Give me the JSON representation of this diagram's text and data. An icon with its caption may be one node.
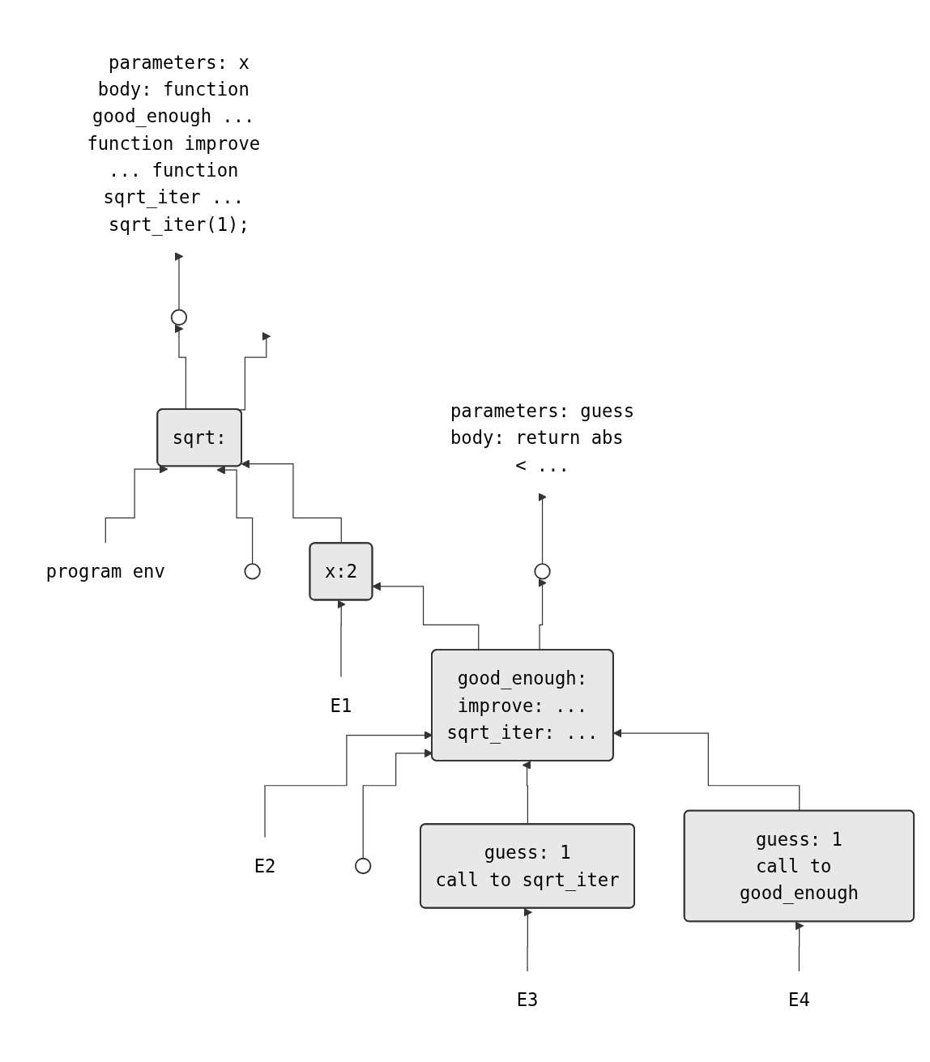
{
  "diagram": {
    "nodes": [
      {
        "text": [
          "program env"
        ]
      },
      {
        "text": [
          "sqrt:"
        ]
      },
      {
        "text": [],
        "shape": "circle"
      },
      {
        "text": [],
        "shape": "circle"
      },
      {
        "text": [
          "parameters: x",
          "body: function good_enough ... function improve ... function sqrt_iter ... sqrt_iter(1);"
        ]
      },
      {
        "text": [
          "E1"
        ]
      },
      {
        "text": [
          "x:2"
        ]
      },
      {
        "text": [
          "E2"
        ]
      },
      {
        "text": [
          "good_enough:",
          "improve: ...",
          "sqrt_iter: ..."
        ]
      },
      {
        "text": [],
        "shape": "circle"
      },
      {
        "text": [],
        "shape": "circle"
      },
      {
        "text": [
          "parameters: guess",
          "body: return abs < ..."
        ]
      },
      {
        "text": [
          "E3"
        ]
      },
      {
        "text": [
          "guess: 1",
          "call to sqrt_iter"
        ]
      },
      {
        "text": [
          "E4"
        ]
      },
      {
        "text": [
          "guess: 1",
          "call to good_enough"
        ]
      }
    ],
    "edges": [
      {
        "from": 1,
        "to": null,
        "arrow": "to"
      },
      {
        "from": 0,
        "to": 1,
        "arrow": "to"
      },
      {
        "from": 1,
        "to": 2,
        "arrow": "to"
      },
      {
        "from": 2,
        "to": 4,
        "arrow": "to"
      },
      {
        "from": 3,
        "to": 1,
        "arrow": "to"
      },
      {
        "from": 5,
        "to": 6,
        "arrow": "to"
      },
      {
        "from": 6,
        "to": 1,
        "arrow": "to"
      },
      {
        "from": 7,
        "to": 8,
        "arrow": "to"
      },
      {
        "from": 8,
        "to": 6,
        "arrow": "to"
      },
      {
        "from": 8,
        "to": 9,
        "arrow": "to"
      },
      {
        "from": 9,
        "to": 11,
        "arrow": "to"
      },
      {
        "from": 10,
        "to": 8,
        "arrow": "to"
      },
      {
        "from": 12,
        "to": 13,
        "arrow": "to"
      },
      {
        "from": 13,
        "to": 8,
        "arrow": "to"
      },
      {
        "from": 14,
        "to": 15,
        "arrow": "to"
      },
      {
        "from": 15,
        "to": 8,
        "arrow": "to"
      }
    ]
  }
}
